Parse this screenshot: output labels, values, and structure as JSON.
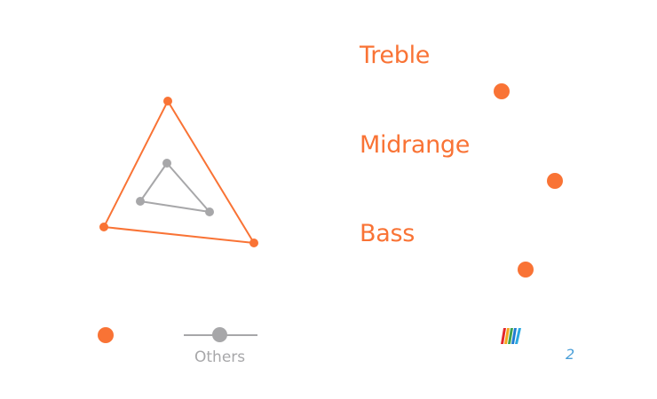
{
  "colors": {
    "accent": "#f97335",
    "gray": "#a7a7a9",
    "page_number": "#4a9fd8"
  },
  "radar": {
    "outer_series": {
      "color": "#f97335"
    },
    "inner_series": {
      "color": "#a7a7a9"
    }
  },
  "bands": [
    {
      "label": "Treble",
      "level": 0.58
    },
    {
      "label": "Midrange",
      "level": 0.8
    },
    {
      "label": "Bass",
      "level": 0.68
    }
  ],
  "legend": {
    "others_label": "Others"
  },
  "logo": {
    "icon": "brand-logo-icon"
  },
  "page": {
    "number": "2"
  }
}
